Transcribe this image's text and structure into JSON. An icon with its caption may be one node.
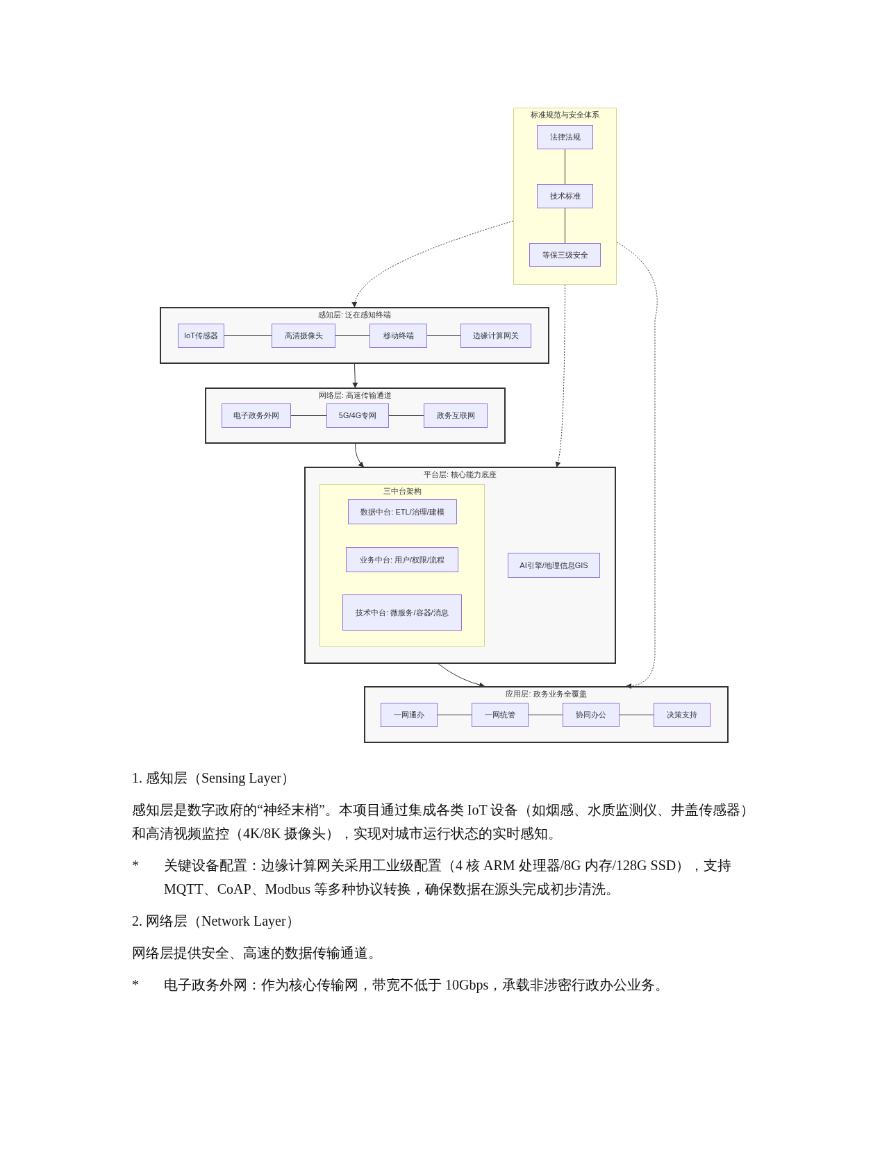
{
  "diagram": {
    "nodes": [
      {
        "text": [
          "标准规范与安全体系"
        ]
      },
      {
        "text": [
          "法律法规"
        ],
        "in": 0
      },
      {
        "text": [
          "技术标准"
        ],
        "in": 0
      },
      {
        "text": [
          "等保三级安全"
        ],
        "in": 0
      },
      {
        "text": [
          "感知层: 泛在感知终端"
        ]
      },
      {
        "text": [
          "IoT传感器"
        ],
        "in": 4
      },
      {
        "text": [
          "高清摄像头"
        ],
        "in": 4
      },
      {
        "text": [
          "移动终端"
        ],
        "in": 4
      },
      {
        "text": [
          "边缘计算网关"
        ],
        "in": 4
      },
      {
        "text": [
          "网络层: 高速传输通道"
        ]
      },
      {
        "text": [
          "电子政务外网"
        ],
        "in": 9
      },
      {
        "text": [
          "5G/4G专网"
        ],
        "in": 9
      },
      {
        "text": [
          "政务互联网"
        ],
        "in": 9
      },
      {
        "text": [
          "平台层: 核心能力底座"
        ]
      },
      {
        "text": [
          "三中台架构"
        ],
        "in": 13
      },
      {
        "text": [
          "数据中台: ETL/治理/建模"
        ],
        "in": 14
      },
      {
        "text": [
          "业务中台: 用户/权限/流程"
        ],
        "in": 14
      },
      {
        "text": [
          "技术中台: 微服务/容器/消息"
        ],
        "in": 14
      },
      {
        "text": [
          "AI引擎/地理信息GIS"
        ],
        "in": 13
      },
      {
        "text": [
          "应用层: 政务业务全覆盖"
        ]
      },
      {
        "text": [
          "一网通办"
        ],
        "in": 19
      },
      {
        "text": [
          "一网统管"
        ],
        "in": 19
      },
      {
        "text": [
          "协同办公"
        ],
        "in": 19
      },
      {
        "text": [
          "决策支持"
        ],
        "in": 19
      }
    ],
    "edges": [
      {
        "from": 1,
        "to": 2,
        "arrow": "none"
      },
      {
        "from": 2,
        "to": 3,
        "arrow": "none"
      },
      {
        "from": 5,
        "to": 6,
        "arrow": "none"
      },
      {
        "from": 6,
        "to": 7,
        "arrow": "none"
      },
      {
        "from": 7,
        "to": 8,
        "arrow": "none"
      },
      {
        "from": 10,
        "to": 11,
        "arrow": "none"
      },
      {
        "from": 11,
        "to": 12,
        "arrow": "none"
      },
      {
        "from": 20,
        "to": 21,
        "arrow": "none"
      },
      {
        "from": 21,
        "to": 22,
        "arrow": "none"
      },
      {
        "from": 22,
        "to": 23,
        "arrow": "none"
      },
      {
        "from": 0,
        "to": 4,
        "arrow": "to",
        "style": "dashed"
      },
      {
        "from": 0,
        "to": 13,
        "arrow": "to",
        "style": "dashed"
      },
      {
        "from": 0,
        "to": 19,
        "arrow": "to",
        "style": "dashed"
      },
      {
        "from": 4,
        "to": 9,
        "arrow": "to"
      },
      {
        "from": 9,
        "to": 13,
        "arrow": "to"
      },
      {
        "from": 13,
        "to": 19,
        "arrow": "to"
      }
    ],
    "labels": [
      "1. 感知层（Sensing Layer）",
      "感知层是数字政府的“神经末梢”。本项目通过集成各类 IoT 设备（如烟感、水质监测仪、井盖传感器）和高清视频监控（4K/8K 摄像头），实现对城市运行状态的实时感知。",
      "*",
      "关键设备配置：边缘计算网关采用工业级配置（4 核 ARM 处理器/8G 内存/128G SSD），支持 MQTT、CoAP、Modbus 等多种协议转换，确保数据在源头完成初步清洗。",
      "2. 网络层（Network Layer）",
      "网络层提供安全、高速的数据传输通道。",
      "*",
      "电子政务外网：作为核心传输网，带宽不低于 10Gbps，承载非涉密行政办公业务。"
    ]
  }
}
